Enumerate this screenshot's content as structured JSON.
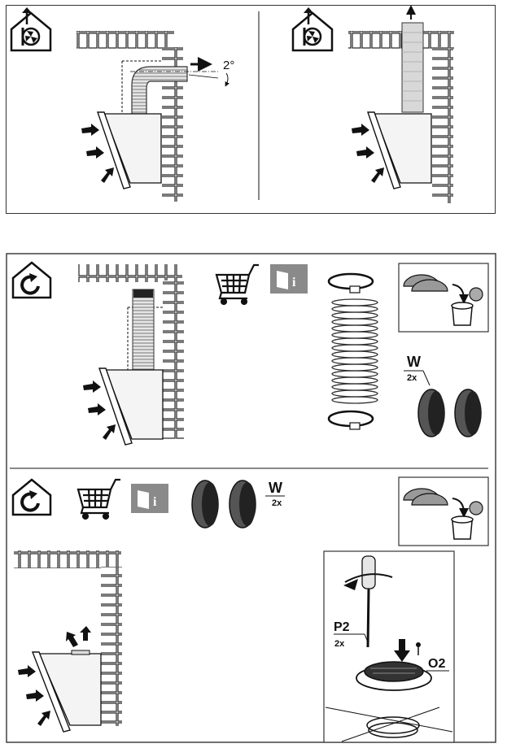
{
  "figure": "Cooker hood installation diagram",
  "top_panel": {
    "left_diagram": {
      "icon": "ducted-mode-icon",
      "angle_label": "2°"
    },
    "right_diagram": {
      "icon": "ducted-mode-icon"
    }
  },
  "middle_panel": {
    "icon": "recirculation-mode-icon",
    "accessory_icons": [
      "shopping-cart-icon",
      "info-booklet-icon"
    ],
    "filter_label": "W",
    "filter_qty": "2x"
  },
  "bottom_panel": {
    "icon": "recirculation-mode-icon",
    "accessory_icons": [
      "shopping-cart-icon",
      "info-booklet-icon"
    ],
    "filter_label": "W",
    "filter_qty": "2x",
    "screwdriver_label": "P2",
    "screwdriver_qty": "2x",
    "filter_part_label": "O2"
  },
  "colors": {
    "line": "#222222",
    "gray_fill": "#d8d8d8",
    "dark_filter": "#555555",
    "panel_border": "#333333"
  }
}
